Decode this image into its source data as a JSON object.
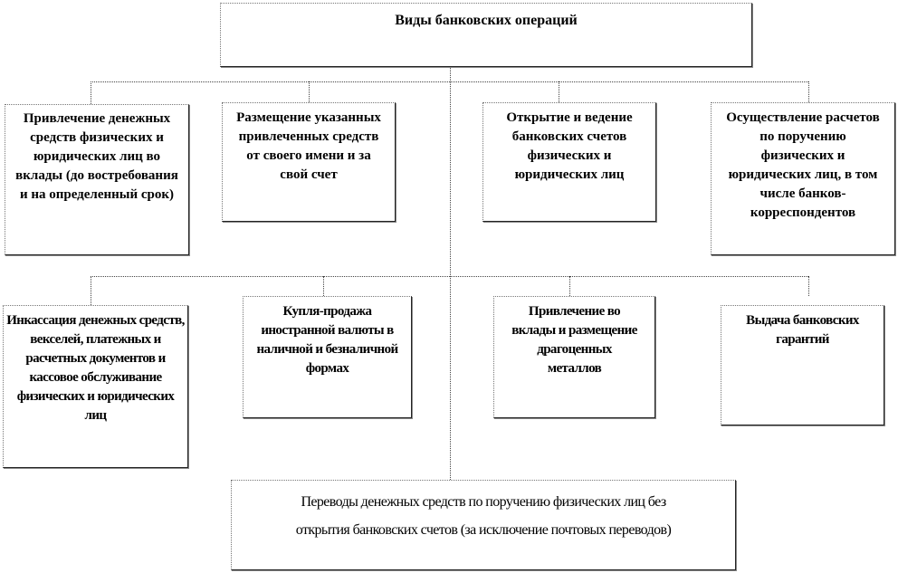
{
  "title": "Виды банковских  операций",
  "row1": [
    "Привлечение денежных средств физических и юридических лиц во вклады (до востребования и на определенный срок)",
    "Размещение указанных привлеченных средств от своего имени и за свой счет",
    "Открытие и ведение банковских счетов физических и юридических лиц",
    "Осуществление расчетов по поручению физических и юридических лиц, в том числе банков-корреспондентов"
  ],
  "row2": [
    "Инкассация денежных средств, векселей, платежных и расчетных документов и кассовое обслуживание физических и юридических лиц",
    "Купля-продажа иностранной валюты в наличной и безналичной формах",
    "Привлечение во вклады и размещение драгоценных металлов",
    "Выдача банковских гарантий"
  ],
  "bottom": {
    "line1": "Переводы денежных средств по поручению физических лиц без",
    "line2": "открытия банковских счетов (за исключение почтовых переводов)"
  }
}
